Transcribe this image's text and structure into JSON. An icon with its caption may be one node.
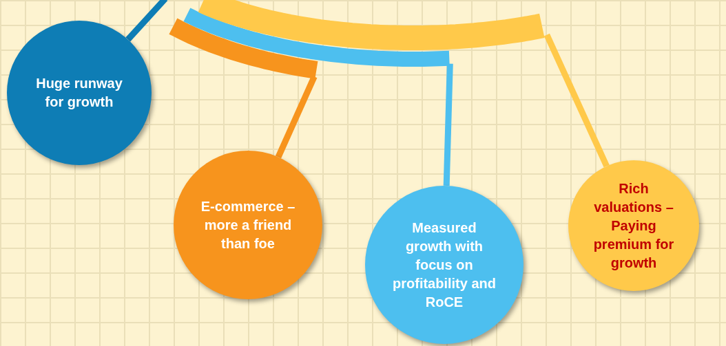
{
  "diagram": {
    "nodes": [
      {
        "text": [],
        "shape": "band"
      },
      {
        "text": [],
        "shape": "band"
      },
      {
        "text": [],
        "shape": "band"
      },
      {
        "text": [
          "Huge runway for growth"
        ]
      },
      {
        "text": [
          "E-commerce – more a friend than foe"
        ]
      },
      {
        "text": [
          "Measured growth with focus on profitability and RoCE"
        ]
      },
      {
        "text": [
          "Rich valuations – Paying premium for growth"
        ]
      }
    ],
    "edges": [
      {
        "from": null,
        "to": 3,
        "arrow": "none",
        "color": "#0e7db5"
      },
      {
        "from": 0,
        "to": 4,
        "arrow": "none",
        "color": "#f7941d"
      },
      {
        "from": 1,
        "to": 5,
        "arrow": "none",
        "color": "#4dbfef"
      },
      {
        "from": 2,
        "to": 6,
        "arrow": "none",
        "color": "#ffc94a"
      }
    ]
  }
}
